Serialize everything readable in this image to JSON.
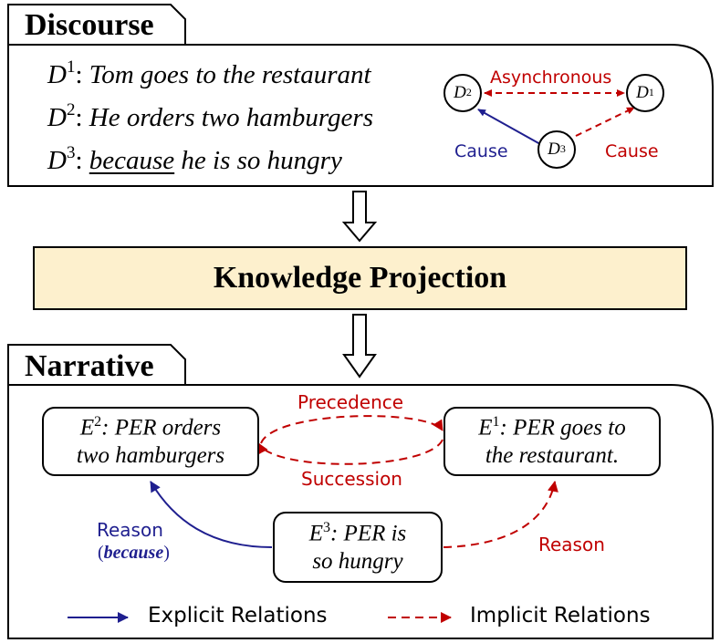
{
  "discourse": {
    "title": "Discourse",
    "lines": [
      {
        "symbol": "D",
        "index": "1",
        "text": "Tom goes to the restaurant"
      },
      {
        "symbol": "D",
        "index": "2",
        "text": "He orders two hamburgers"
      },
      {
        "symbol": "D",
        "index": "3",
        "connective": "because",
        "text": "he is so hungry"
      }
    ],
    "graph": {
      "nodes": [
        {
          "id": "D2",
          "symbol": "D",
          "index": "2"
        },
        {
          "id": "D1",
          "symbol": "D",
          "index": "1"
        },
        {
          "id": "D3",
          "symbol": "D",
          "index": "3"
        }
      ],
      "edges": [
        {
          "label": "Asynchronous",
          "style": "dashed",
          "color": "#c00000"
        },
        {
          "label": "Cause",
          "style": "solid",
          "color": "#1f1f8f"
        },
        {
          "label": "Cause",
          "style": "dashed",
          "color": "#c00000"
        }
      ]
    }
  },
  "projection": {
    "label": "Knowledge Projection",
    "fill": "#fdf0cd"
  },
  "narrative": {
    "title": "Narrative",
    "events": [
      {
        "id": "E2",
        "symbol": "E",
        "index": "2",
        "line1": ": PER orders",
        "line2": "two hamburgers"
      },
      {
        "id": "E1",
        "symbol": "E",
        "index": "1",
        "line1": ": PER goes to",
        "line2": "the restaurant."
      },
      {
        "id": "E3",
        "symbol": "E",
        "index": "3",
        "line1": ": PER is",
        "line2": "so hungry"
      }
    ],
    "relations": {
      "precedence": "Precedence",
      "succession": "Succession",
      "reason_explicit": "Reason",
      "reason_explicit_connective": "because",
      "reason_implicit": "Reason"
    }
  },
  "legend": {
    "explicit": "Explicit Relations",
    "implicit": "Implicit Relations"
  },
  "colors": {
    "explicit": "#1f1f8f",
    "implicit": "#c00000"
  }
}
